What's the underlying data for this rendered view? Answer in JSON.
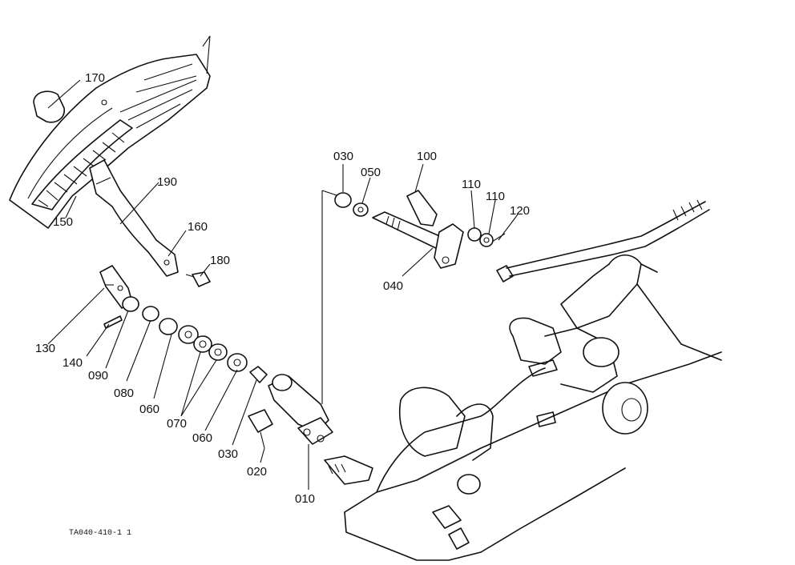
{
  "drawing_code": "TA040-410-1 1",
  "callouts": [
    {
      "id": "c170",
      "text": "170"
    },
    {
      "id": "c190",
      "text": "190"
    },
    {
      "id": "c150",
      "text": "150"
    },
    {
      "id": "c160",
      "text": "160"
    },
    {
      "id": "c180",
      "text": "180"
    },
    {
      "id": "c130",
      "text": "130"
    },
    {
      "id": "c140",
      "text": "140"
    },
    {
      "id": "c090",
      "text": "090"
    },
    {
      "id": "c080",
      "text": "080"
    },
    {
      "id": "c060a",
      "text": "060"
    },
    {
      "id": "c070",
      "text": "070"
    },
    {
      "id": "c060b",
      "text": "060"
    },
    {
      "id": "c030a",
      "text": "030"
    },
    {
      "id": "c020",
      "text": "020"
    },
    {
      "id": "c010",
      "text": "010"
    },
    {
      "id": "c030b",
      "text": "030"
    },
    {
      "id": "c050",
      "text": "050"
    },
    {
      "id": "c100",
      "text": "100"
    },
    {
      "id": "c110a",
      "text": "110"
    },
    {
      "id": "c110b",
      "text": "110"
    },
    {
      "id": "c120",
      "text": "120"
    },
    {
      "id": "c040",
      "text": "040"
    }
  ]
}
